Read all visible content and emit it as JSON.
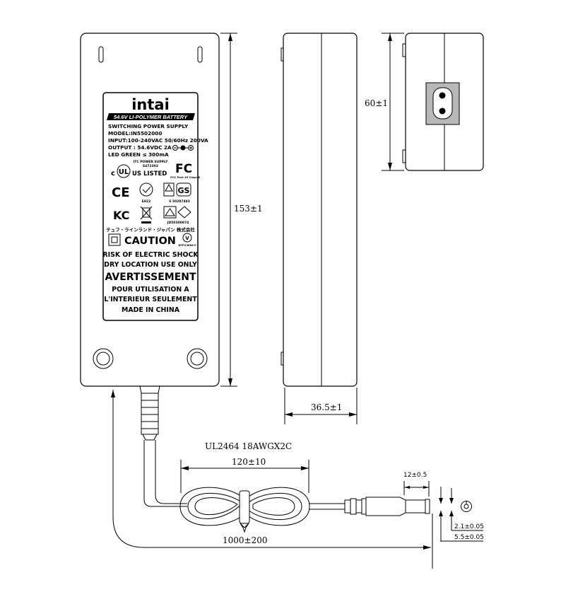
{
  "label": {
    "brand": "intai",
    "banner": "54.6V LI-POLYMER BATTERY",
    "lines": [
      "SWITCHING POWER SUPPLY",
      "MODEL:IN5502000",
      "INPUT:100-240VAC 50/60Hz 200VA",
      "OUTPUT : 54.6VDC 2A",
      "LED GREEN ≤ 300mA"
    ],
    "itc_text": "ITC POWER SUPPLY",
    "itc_code": "E472303",
    "ul_listed": "US LISTED",
    "fcc_note": "FCC Part 15 Class B",
    "cert_code_e": "E822",
    "cert_code_s": "S 50297483",
    "jd_code": "JD50300874",
    "jp_text": "テュフ・ラインランド・ジャパン 株式会社",
    "caution": "CAUTION",
    "efficiency": "EFFICIENCY",
    "warn1": "RISK OF ELECTRIC SHOCK",
    "warn2": "DRY LOCATION USE ONLY",
    "avert": "AVERTISSEMENT",
    "fr1": "POUR UTILISATION A",
    "fr2": "L'INTERIEUR SEULEMENT",
    "made": "MADE IN CHINA"
  },
  "dimensions": {
    "height": "153±1",
    "width_side": "60±1",
    "thickness": "36.5±1",
    "cable_spec": "UL2464 18AWGX2C",
    "coil_length": "120±10",
    "cable_length": "1000±200",
    "plug_length": "12±0.5",
    "inner_dia": "2.1±0.05",
    "outer_dia": "5.5±0.05"
  }
}
